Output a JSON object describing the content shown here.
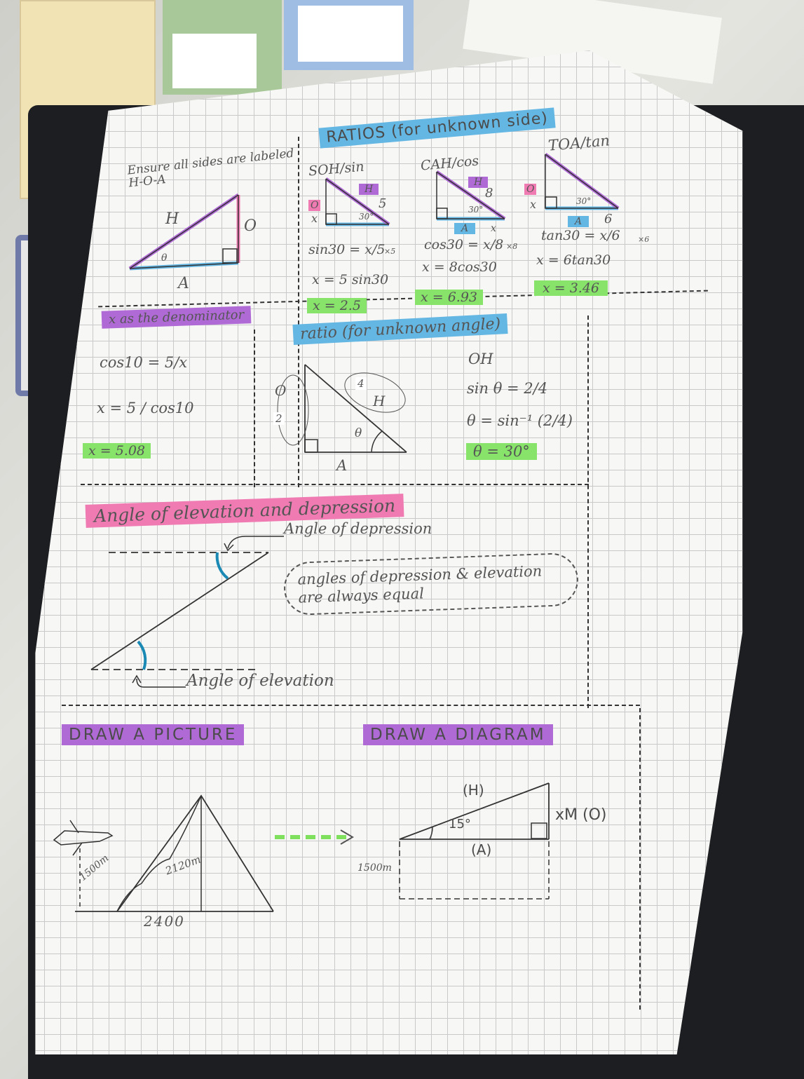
{
  "ratios_section": {
    "title": "RATIOS (for unknown side)",
    "intro": "Ensure all sides are labeled H-O-A",
    "tri_labels": {
      "h": "H",
      "o": "O",
      "a": "A",
      "theta": "θ"
    },
    "sin": {
      "header": "SOH/sin",
      "o": "O",
      "x": "x",
      "h": "H",
      "five": "5",
      "angle": "30°",
      "eq1": "sin30 = x/5",
      "eq1_mult": "×5",
      "eq2": "x = 5 sin30",
      "answer": "x = 2.5"
    },
    "cos": {
      "header": "CAH/cos",
      "h": "H",
      "eight": "8",
      "angle": "30°",
      "a": "A",
      "x": "x",
      "eq1": "cos30 = x/8",
      "eq1_mult": "×8",
      "eq2": "x = 8cos30",
      "answer": "x = 6.93"
    },
    "tan": {
      "header": "TOA/tan",
      "o": "O",
      "x": "x",
      "a": "A",
      "six": "6",
      "angle": "30°",
      "eq1": "tan30 = x/6",
      "eq1_mult": "×6",
      "eq2": "x = 6tan30",
      "answer": "x = 3.46"
    }
  },
  "denominator_section": {
    "title": "x as the denominator",
    "eq1": "cos10 = 5/x",
    "eq2": "x = 5 / cos10",
    "answer": "x = 5.08"
  },
  "angle_section": {
    "title": "ratio (for unknown angle)",
    "o": "O",
    "two": "2",
    "h": "H",
    "four": "4",
    "a": "A",
    "theta": "θ",
    "oh": "OH",
    "eq1": "sin θ = 2/4",
    "eq2": "θ = sin⁻¹ (2/4)",
    "answer": "θ = 30°"
  },
  "elevation_section": {
    "title": "Angle of elevation and depression",
    "depression_label": "Angle of depression",
    "elevation_label": "Angle of elevation",
    "cloud_note": "angles of depression & elevation are always equal"
  },
  "picture_section": {
    "title": "DRAW A PICTURE",
    "plane_height": "1500m",
    "mountain_height": "2120m",
    "base": "2400"
  },
  "diagram_section": {
    "title": "DRAW A DIAGRAM",
    "h_label": "(H)",
    "angle": "15°",
    "side_label": "xM (O)",
    "a_label": "(A)",
    "height": "1500m"
  },
  "colors": {
    "highlight_blue": "#64b6e3",
    "highlight_pink": "#f07ab2",
    "highlight_purple": "#b06ad6",
    "highlight_green": "#88e36a",
    "pen": "#4b4b4b"
  }
}
